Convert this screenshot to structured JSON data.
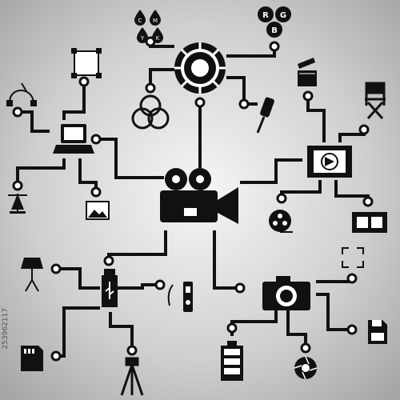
{
  "colors": {
    "bg_center": "#f4f4f4",
    "bg_edge": "#a9a9a9",
    "ink": "#111111",
    "node_fill": "#ffffff"
  },
  "cmyk_drops": [
    "C",
    "M",
    "Y",
    "K"
  ],
  "rgb_circles": [
    "R",
    "G",
    "B"
  ],
  "stock_id": "253962117",
  "icons": [
    "video-camera-icon",
    "color-wheel-icon",
    "cmyk-ink-drops-icon",
    "rgb-circles-icon",
    "crop-frame-icon",
    "bezier-curve-icon",
    "rgb-venn-icon",
    "pipette-icon",
    "clapperboard-icon",
    "director-chair-icon",
    "laptop-icon",
    "video-player-icon",
    "anchor-point-pen-icon",
    "image-icon",
    "film-reel-icon",
    "film-strip-icon",
    "studio-light-icon",
    "usb-stick-icon",
    "voice-recorder-icon",
    "focus-frame-icon",
    "photo-camera-icon",
    "sd-card-icon",
    "tripod-icon",
    "battery-icon",
    "aperture-icon",
    "floppy-disk-icon"
  ]
}
